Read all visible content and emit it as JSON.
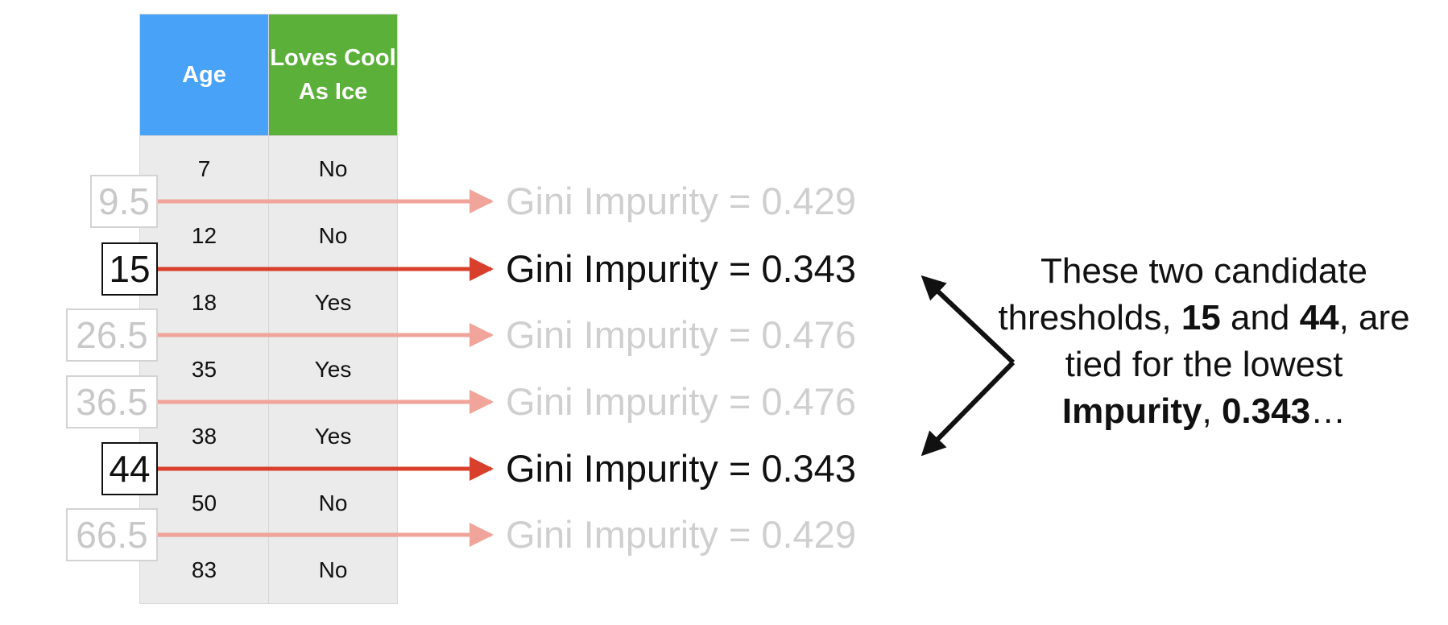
{
  "table": {
    "headers": [
      "Age",
      "Loves Cool As Ice"
    ],
    "rows": [
      [
        "7",
        "No"
      ],
      [
        "12",
        "No"
      ],
      [
        "18",
        "Yes"
      ],
      [
        "35",
        "Yes"
      ],
      [
        "38",
        "Yes"
      ],
      [
        "50",
        "No"
      ],
      [
        "83",
        "No"
      ]
    ]
  },
  "thresholds": [
    {
      "value": "9.5",
      "gini": "Gini Impurity = 0.429",
      "best": false
    },
    {
      "value": "15",
      "gini": "Gini Impurity = 0.343",
      "best": true
    },
    {
      "value": "26.5",
      "gini": "Gini Impurity = 0.476",
      "best": false
    },
    {
      "value": "36.5",
      "gini": "Gini Impurity = 0.476",
      "best": false
    },
    {
      "value": "44",
      "gini": "Gini Impurity = 0.343",
      "best": true
    },
    {
      "value": "66.5",
      "gini": "Gini Impurity = 0.429",
      "best": false
    }
  ],
  "note": {
    "t1": "These two candidate thresholds, ",
    "b1": "15",
    "t2": " and ",
    "b2": "44",
    "t3": ", are tied for the lowest ",
    "b3": "Impurity",
    "t4": ", ",
    "b4": "0.343",
    "t5": "…"
  },
  "colors": {
    "age_header": "#48a2f7",
    "loves_header": "#5bb03a",
    "best_arrow": "#d9402b",
    "faded_arrow": "#f0a49a"
  }
}
